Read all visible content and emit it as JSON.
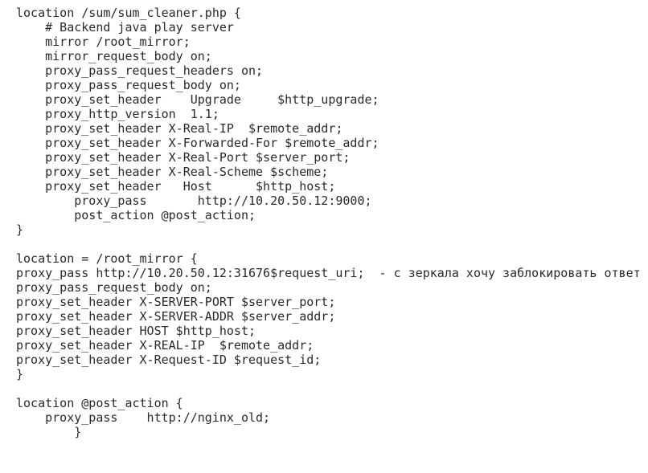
{
  "code": {
    "lines": [
      "location /sum/sum_cleaner.php {",
      "    # Backend java play server",
      "    mirror /root_mirror;",
      "    mirror_request_body on;",
      "    proxy_pass_request_headers on;",
      "    proxy_pass_request_body on;",
      "    proxy_set_header    Upgrade     $http_upgrade;",
      "    proxy_http_version  1.1;",
      "    proxy_set_header X-Real-IP  $remote_addr;",
      "    proxy_set_header X-Forwarded-For $remote_addr;",
      "    proxy_set_header X-Real-Port $server_port;",
      "    proxy_set_header X-Real-Scheme $scheme;",
      "    proxy_set_header   Host      $http_host;",
      "        proxy_pass       http://10.20.50.12:9000;",
      "        post_action @post_action;",
      "}",
      "",
      "location = /root_mirror {",
      "proxy_pass http://10.20.50.12:31676$request_uri;  - с зеркала хочу заблокировать ответ",
      "proxy_pass_request_body on;",
      "proxy_set_header X-SERVER-PORT $server_port;",
      "proxy_set_header X-SERVER-ADDR $server_addr;",
      "proxy_set_header HOST $http_host;",
      "proxy_set_header X-REAL-IP  $remote_addr;",
      "proxy_set_header X-Request-ID $request_id;",
      "}",
      "",
      "location @post_action {",
      "    proxy_pass    http://nginx_old;",
      "        }"
    ]
  }
}
